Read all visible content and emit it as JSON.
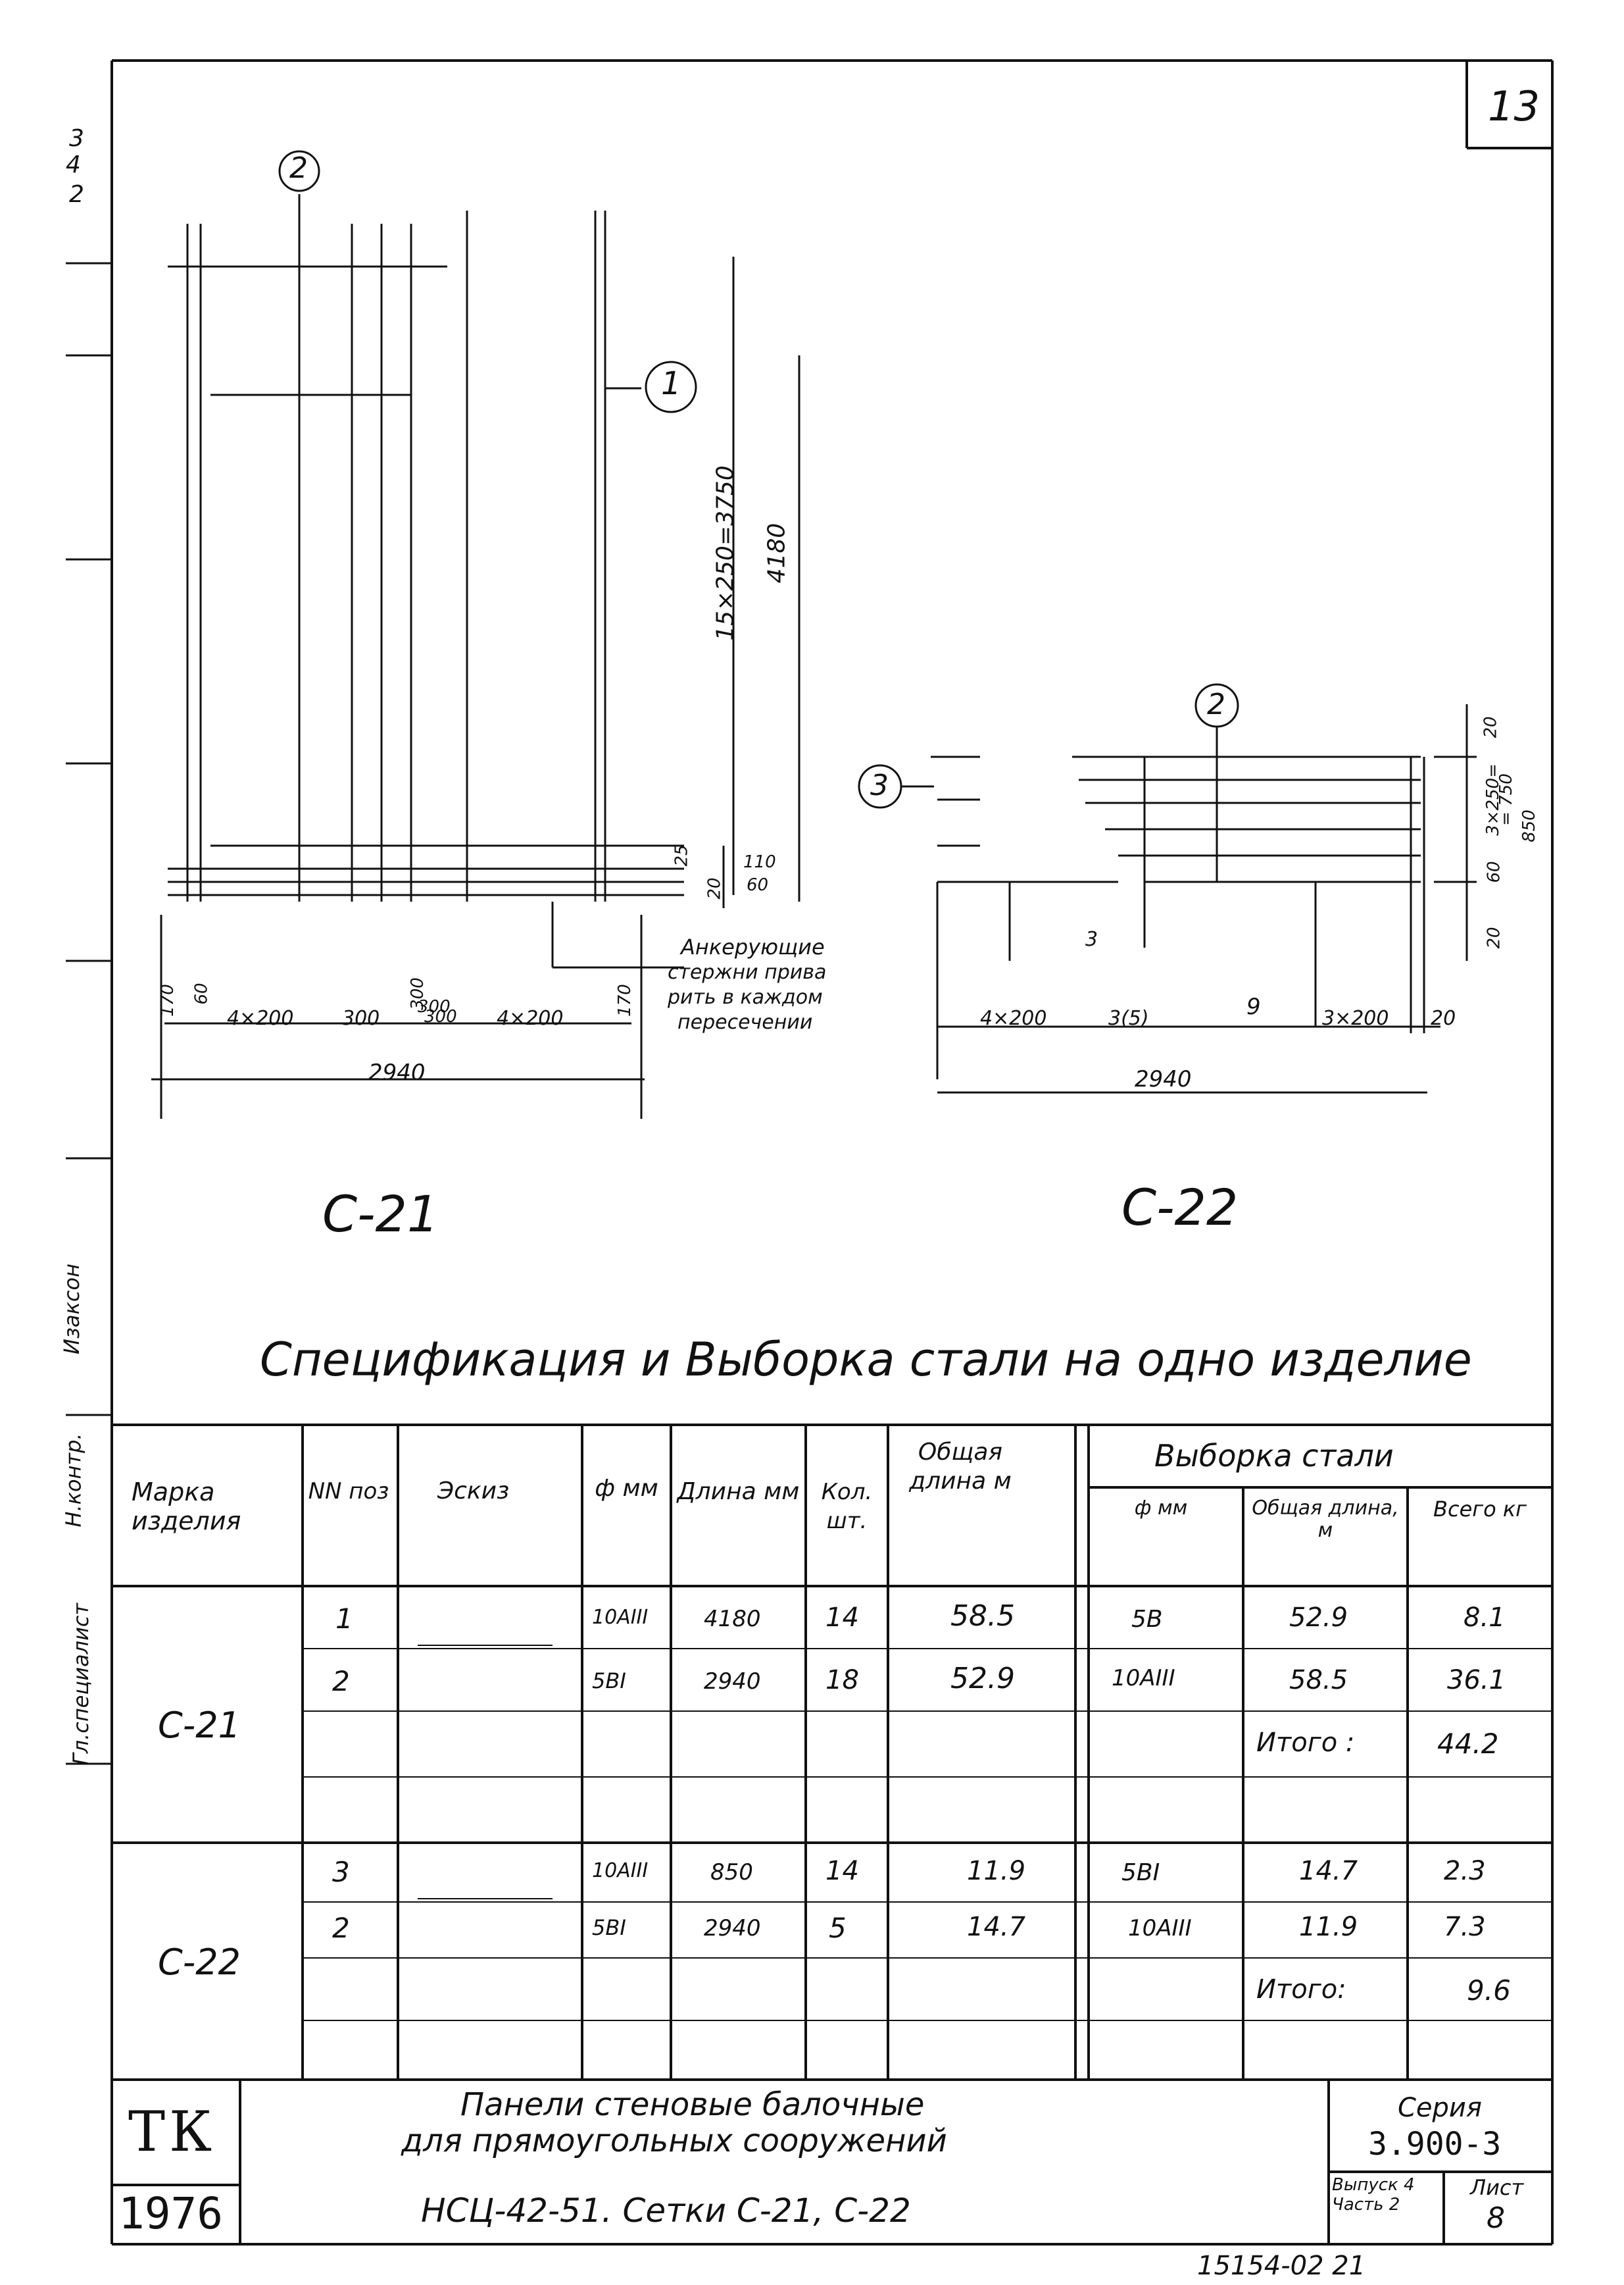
{
  "sheet": {
    "page_number": "13",
    "left_margin_top": [
      "3",
      "4",
      "2"
    ],
    "left_margin_words": [
      "Изаксон",
      "Н.контр.",
      "Гл.специалист"
    ]
  },
  "drawings": {
    "c21": {
      "label": "С-21",
      "callouts": [
        "2",
        "1"
      ],
      "dim_vertical": "15×250=3750",
      "dim_total_height": "4180",
      "small_dims": [
        "25",
        "20",
        "110",
        "60",
        "170",
        "60",
        "300",
        "300",
        "170"
      ],
      "dim_bottom": [
        "4×200",
        "300",
        "300",
        "4×200"
      ],
      "dim_width": "2940",
      "note": [
        "Анкерующие",
        "стержни прива",
        "рить в каждом",
        "пересечении"
      ]
    },
    "c22": {
      "label": "С-22",
      "callouts": [
        "3",
        "2"
      ],
      "dim_right": [
        "20",
        "3×250=",
        "= 750",
        "850",
        "60",
        "20"
      ],
      "dim_bottom": [
        "4×200",
        "3(5)",
        "9",
        "3×200",
        "20"
      ],
      "dim_width": "2940",
      "small_mark": "3"
    }
  },
  "spec": {
    "title": "Спецификация и Выборка стали на одно изделие",
    "headers": {
      "mark": "Марка изделия",
      "pos": "NN поз",
      "sketch": "Эскиз",
      "diam": "ф мм",
      "length": "Длина мм",
      "qty": "Кол. шт.",
      "total_len": "Общая длина м",
      "group": "Выборка стали",
      "sel_diam": "ф мм",
      "sel_len": "Общая длина, м",
      "sel_kg": "Всего кг"
    },
    "groups": [
      {
        "mark": "С-21",
        "rows": [
          {
            "pos": "1",
            "diam": "10АIII",
            "length": "4180",
            "qty": "14",
            "total": "58.5",
            "sel_diam": "5В",
            "sel_len": "52.9",
            "sel_kg": "8.1"
          },
          {
            "pos": "2",
            "diam": "5ВI",
            "length": "2940",
            "qty": "18",
            "total": "52.9",
            "sel_diam": "10АIII",
            "sel_len": "58.5",
            "sel_kg": "36.1"
          }
        ],
        "total_label": "Итого :",
        "total_value": "44.2"
      },
      {
        "mark": "С-22",
        "rows": [
          {
            "pos": "3",
            "diam": "10АIII",
            "length": "850",
            "qty": "14",
            "total": "11.9",
            "sel_diam": "5ВI",
            "sel_len": "14.7",
            "sel_kg": "2.3"
          },
          {
            "pos": "2",
            "diam": "5ВI",
            "length": "2940",
            "qty": "5",
            "total": "14.7",
            "sel_diam": "10АIII",
            "sel_len": "11.9",
            "sel_kg": "7.3"
          }
        ],
        "total_label": "Итого:",
        "total_value": "9.6"
      }
    ]
  },
  "title_block": {
    "org": "ТК",
    "year": "1976",
    "line1": "Панели стеновые балочные",
    "line2": "для прямоугольных сооружений",
    "line3": "НСЦ-42-51. Сетки С-21, С-22",
    "series_label": "Серия",
    "series_value": "3.900-3",
    "issue_label": "Выпуск 4 Часть 2",
    "sheet_label": "Лист",
    "sheet_value": "8"
  },
  "footer_code": "15154-02  21"
}
